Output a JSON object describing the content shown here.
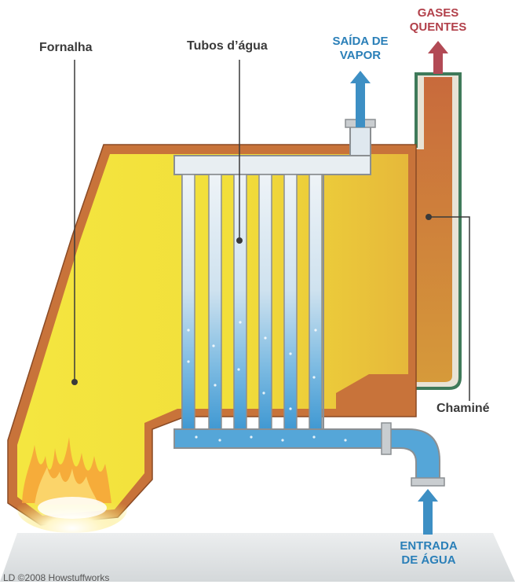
{
  "labels": {
    "fornalha": "Fornalha",
    "tubos": "Tubos d’água",
    "saida_line1": "SAÍDA DE",
    "saida_line2": "VAPOR",
    "gases_line1": "GASES",
    "gases_line2": "QUENTES",
    "chamine": "Chaminé",
    "entrada_line1": "ENTRADA",
    "entrada_line2": "DE ÁGUA"
  },
  "credit": "LD ©2008 Howstuffworks",
  "colors": {
    "casing": "#c8733a",
    "interior": "#f3e23c",
    "water": "#55a6d8",
    "steam": "#dfe8ef",
    "chimney_green": "#3f7a5a",
    "arrow_blue": "#3d8fc4",
    "arrow_red": "#b24a55"
  }
}
